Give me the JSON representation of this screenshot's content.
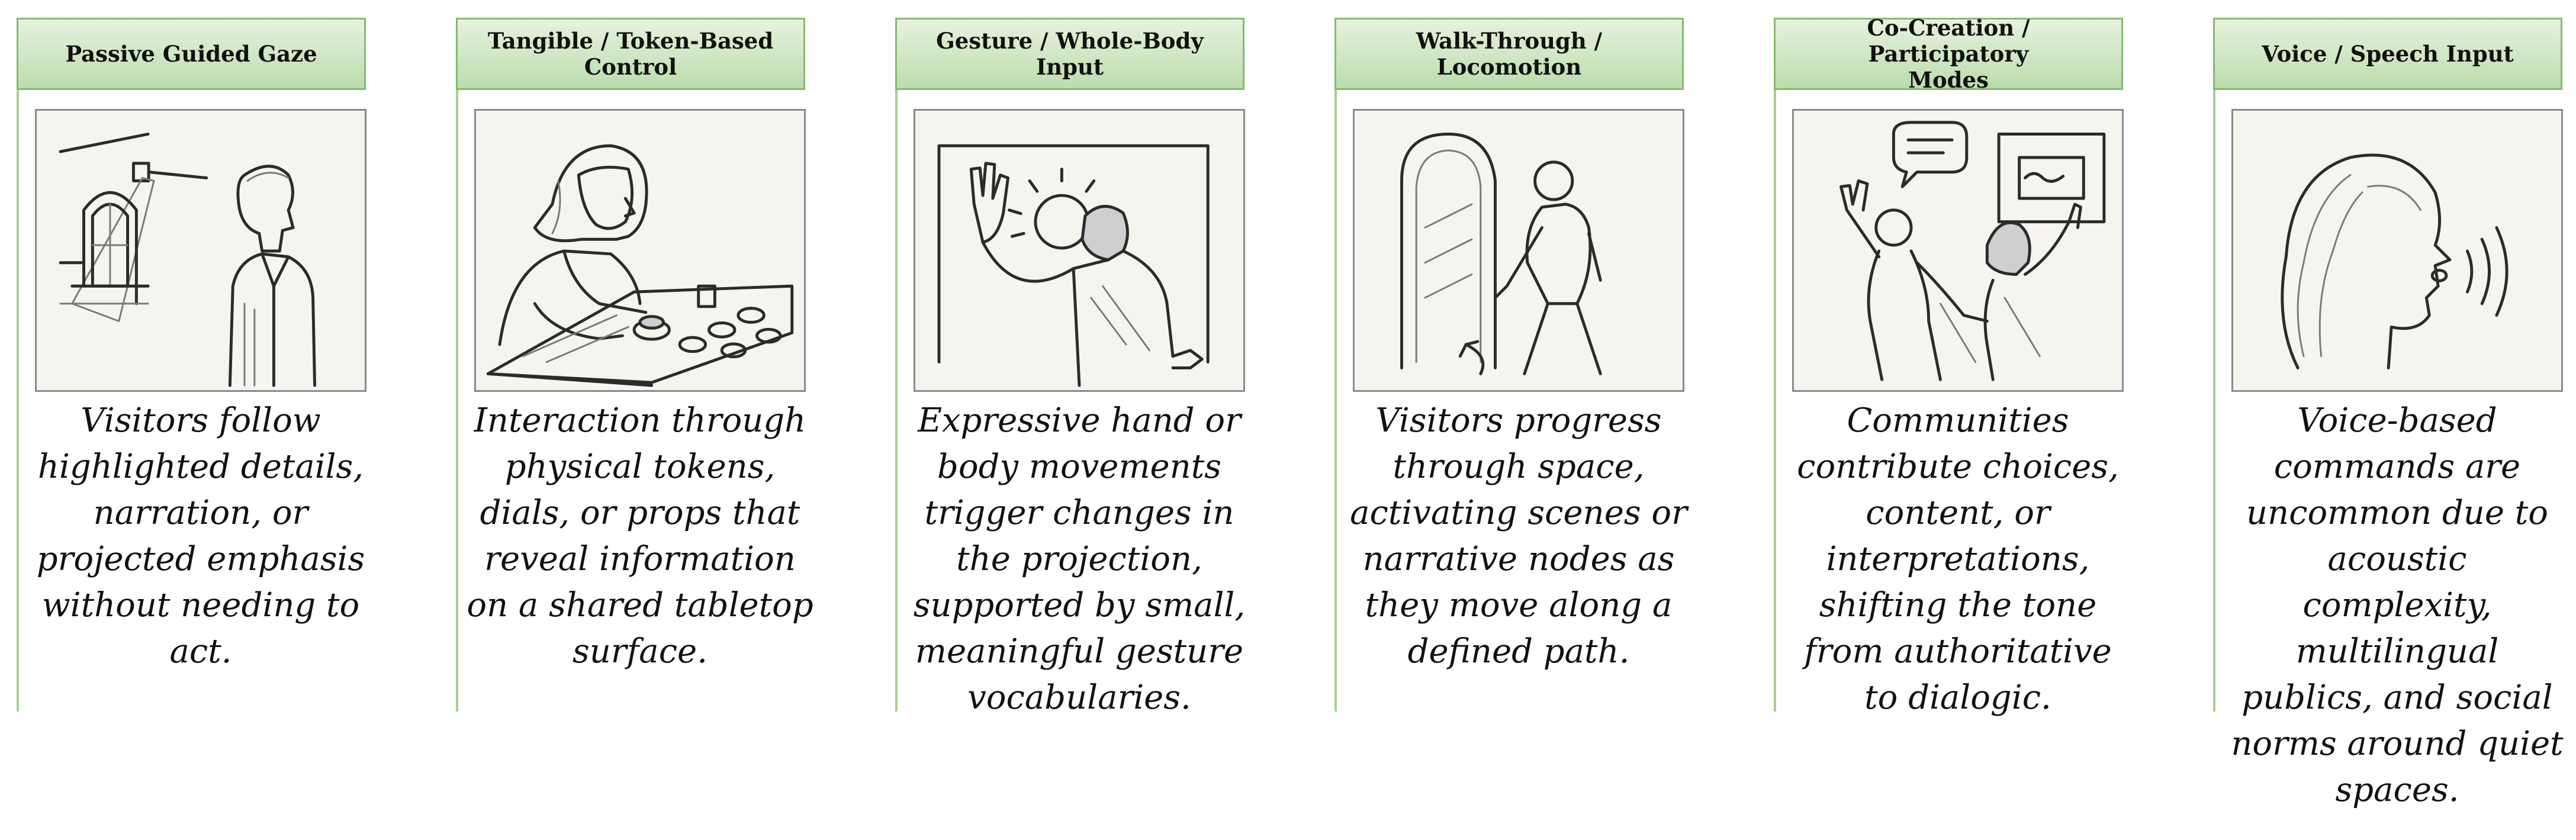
{
  "panels": [
    {
      "title": "Passive Guided Gaze",
      "icon": "gaze-illustration-icon",
      "description": "Visitors follow\nhighlighted details,\nnarration, or\nprojected emphasis\nwithout needing to\nact."
    },
    {
      "title": "Tangible / Token-Based\nControl",
      "icon": "tangible-tabletop-illustration-icon",
      "description": "Interaction through\nphysical tokens,\ndials, or props that\nreveal information\non a shared tabletop\nsurface."
    },
    {
      "title": "Gesture / Whole-Body Input",
      "icon": "gesture-illustration-icon",
      "description": "Expressive hand or\nbody movements\ntrigger changes in\nthe projection,\nsupported by small,\nmeaningful gesture\nvocabularies."
    },
    {
      "title": "Walk-Through / Locomotion",
      "icon": "walk-through-illustration-icon",
      "description": "Visitors progress\nthrough space,\nactivating scenes or\nnarrative nodes as\nthey move along a\ndefined path."
    },
    {
      "title": "Co-Creation / Participatory\nModes",
      "icon": "co-creation-illustration-icon",
      "description": "Communities\ncontribute choices,\ncontent, or\ninterpretations,\nshifting the tone\nfrom authoritative\nto dialogic."
    },
    {
      "title": "Voice / Speech Input",
      "icon": "voice-illustration-icon",
      "description": "Voice-based\ncommands are\nuncommon due to\nacoustic\ncomplexity,\nmultilingual\npublics, and social\nnorms around quiet\nspaces."
    }
  ]
}
